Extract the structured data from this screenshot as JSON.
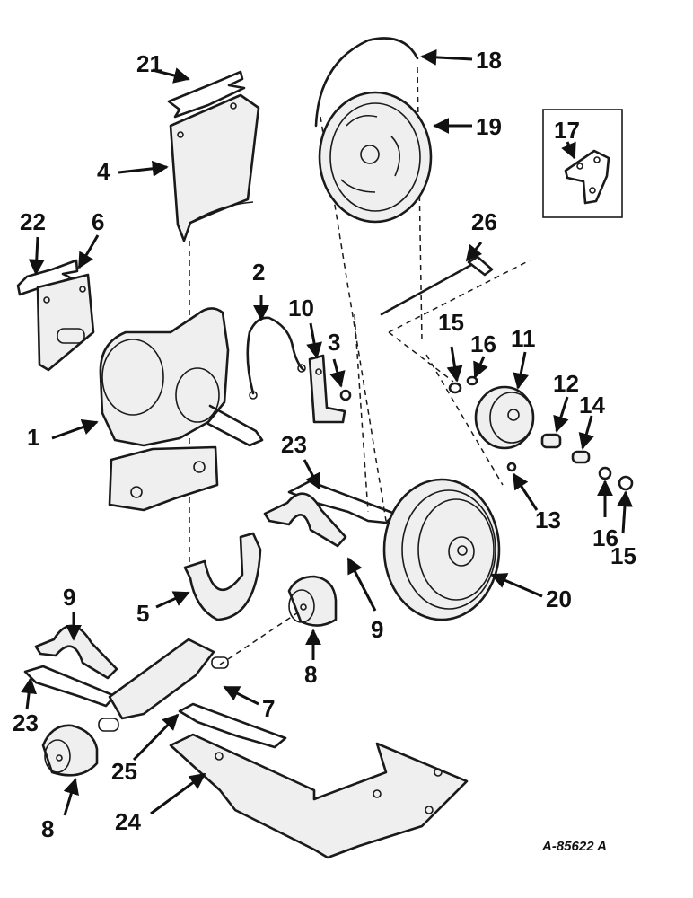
{
  "callouts": {
    "c1": "1",
    "c2": "2",
    "c3": "3",
    "c4": "4",
    "c5": "5",
    "c6": "6",
    "c7": "7",
    "c8a": "8",
    "c8b": "8",
    "c9a": "9",
    "c9b": "9",
    "c10": "10",
    "c11": "11",
    "c12": "12",
    "c13": "13",
    "c14": "14",
    "c15a": "15",
    "c15b": "15",
    "c16a": "16",
    "c16b": "16",
    "c17": "17",
    "c18": "18",
    "c19": "19",
    "c20": "20",
    "c21": "21",
    "c22": "22",
    "c23a": "23",
    "c23b": "23",
    "c24": "24",
    "c25": "25",
    "c26": "26"
  },
  "drawing_code": "A-85622 A"
}
